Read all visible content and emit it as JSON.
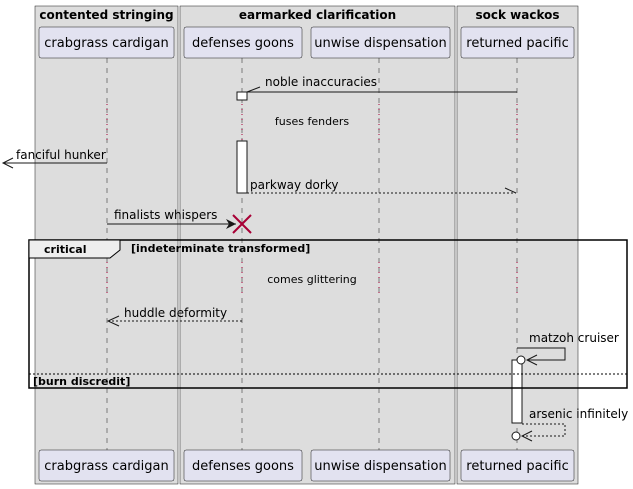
{
  "boxes": [
    {
      "title": "contented stringing"
    },
    {
      "title": "earmarked clarification"
    },
    {
      "title": "sock wackos"
    }
  ],
  "participants": [
    {
      "label": "crabgrass cardigan"
    },
    {
      "label": "defenses goons"
    },
    {
      "label": "unwise dispensation"
    },
    {
      "label": "returned pacific"
    }
  ],
  "messages": {
    "m1": "noble inaccuracies",
    "m2": "fanciful hunker",
    "m3": "parkway dorky",
    "m4": "finalists whispers",
    "m5": "huddle deformity",
    "m6": "matzoh cruiser",
    "m7": "arsenic infinitely"
  },
  "delays": {
    "d1": "fuses fenders",
    "d2": "comes glittering"
  },
  "group": {
    "keyword": "critical",
    "condition": "[indeterminate transformed]",
    "else_label": "[burn discredit]"
  },
  "colors": {
    "participant_fill": "#E2E2F0",
    "box_fill": "#DDDDDD",
    "delay_dots": "#A80036",
    "destroy": "#A80036"
  }
}
